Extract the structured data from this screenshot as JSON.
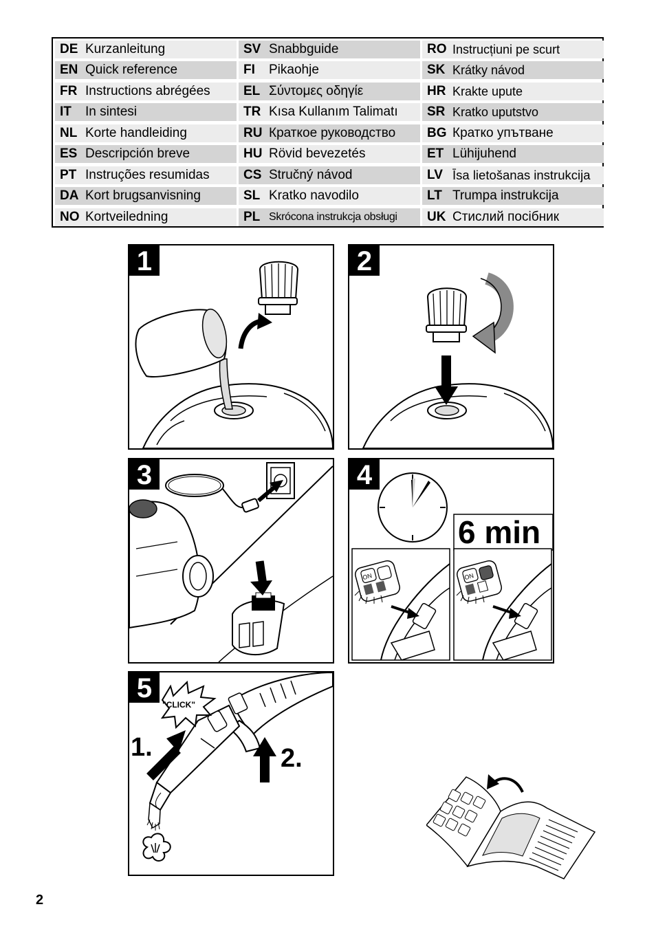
{
  "languages": {
    "col1": [
      {
        "code": "DE",
        "text": "Kurzanleitung"
      },
      {
        "code": "EN",
        "text": "Quick reference"
      },
      {
        "code": "FR",
        "text": "Instructions abrégées"
      },
      {
        "code": "IT",
        "text": "In sintesi"
      },
      {
        "code": "NL",
        "text": "Korte handleiding"
      },
      {
        "code": "ES",
        "text": "Descripción breve"
      },
      {
        "code": "PT",
        "text": "Instruções resumidas"
      },
      {
        "code": "DA",
        "text": "Kort brugsanvisning"
      },
      {
        "code": "NO",
        "text": "Kortveiledning"
      }
    ],
    "col2": [
      {
        "code": "SV",
        "text": "Snabbguide"
      },
      {
        "code": "FI",
        "text": "Pikaohje"
      },
      {
        "code": "EL",
        "text": "Σύντομες οδηγίε"
      },
      {
        "code": "TR",
        "text": "Kısa Kullanım Talimatı"
      },
      {
        "code": "RU",
        "text": "Краткое руководство"
      },
      {
        "code": "HU",
        "text": "Rövid bevezetés"
      },
      {
        "code": "CS",
        "text": "Stručný návod"
      },
      {
        "code": "SL",
        "text": "Kratko navodilo"
      },
      {
        "code": "PL",
        "text": "Skrócona instrukcja obsługi"
      }
    ],
    "col3": [
      {
        "code": "RO",
        "text": "Instrucțiuni pe scurt"
      },
      {
        "code": "SK",
        "text": "Krátky návod"
      },
      {
        "code": "HR",
        "text": "Krakte upute"
      },
      {
        "code": "SR",
        "text": "Kratko uputstvo"
      },
      {
        "code": "BG",
        "text": "Кратко упътване"
      },
      {
        "code": "ET",
        "text": "Lühijuhend"
      },
      {
        "code": "LV",
        "text": "Īsa lietošanas instrukcija"
      },
      {
        "code": "LT",
        "text": "Trumpa instrukcija"
      },
      {
        "code": "UK",
        "text": "Стислий посібник"
      }
    ]
  },
  "steps": {
    "s1": "1",
    "s2": "2",
    "s3": "3",
    "s4": "4",
    "s5": "5"
  },
  "step4": {
    "duration": "6 min",
    "switch_label": "ON"
  },
  "step5": {
    "click_label": "\"CLICK\"",
    "arrow1_label": "1.",
    "arrow2_label": "2."
  },
  "page_number": "2",
  "colors": {
    "table_shade": "#d4d4d4",
    "table_light": "#ececec",
    "arrow_grey": "#8a8a8a"
  }
}
